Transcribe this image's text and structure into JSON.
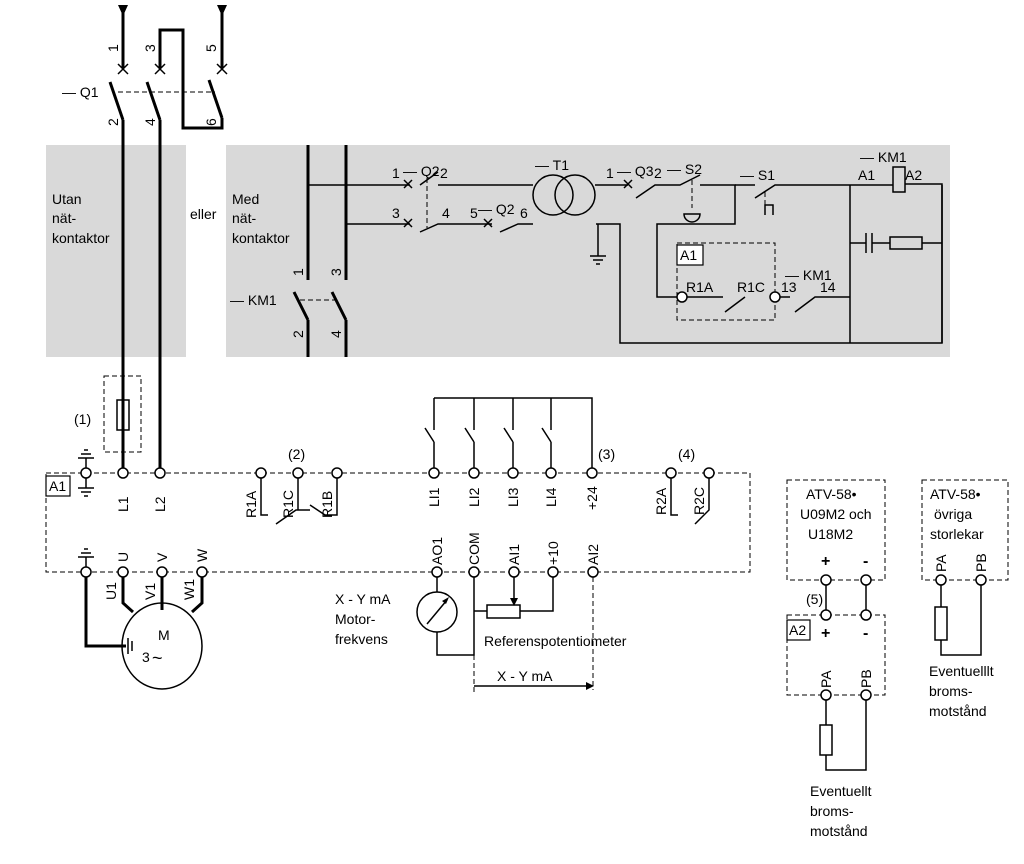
{
  "colors": {
    "panel": "#d9d9d9",
    "line": "#000000"
  },
  "top": {
    "q1": "— Q1",
    "t1": "1",
    "t3": "3",
    "t5": "5",
    "t2": "2",
    "t4": "4",
    "t6": "6",
    "eller": "eller"
  },
  "left_panel": {
    "lines": [
      "Utan",
      "nät-",
      "kontaktor"
    ]
  },
  "right_panel": {
    "lines": [
      "Med",
      "nät-",
      "kontaktor"
    ],
    "km1": "— KM1",
    "k1": "1",
    "k3": "3",
    "k2": "2",
    "k4": "4",
    "q2a": "— Q2",
    "q2a_1": "1",
    "q2a_2": "2",
    "q2a_3": "3",
    "q2a_4": "4",
    "q2b": "— Q2",
    "q2b_5": "5",
    "q2b_6": "6",
    "t1": "— T1",
    "q3": "— Q3",
    "q3_1": "1",
    "q3_2": "2",
    "s2": "— S2",
    "s1": "— S1",
    "km1_coil": "— KM1",
    "a1": "A1",
    "a2": "A2",
    "box_a1": "A1",
    "r1a": "R1A",
    "r1c": "R1C",
    "km1_aux": "— KM1",
    "n13": "13",
    "n14": "14"
  },
  "drive": {
    "a1": "A1",
    "note1": "(1)",
    "note2": "(2)",
    "note3": "(3)",
    "note4": "(4)",
    "top_terminals": [
      "L1",
      "L2",
      "R1A",
      "R1C",
      "R1B",
      "LI1",
      "LI2",
      "LI3",
      "LI4",
      "+24",
      "R2A",
      "R2C"
    ],
    "bottom_terminals": [
      "U",
      "V",
      "W",
      "AO1",
      "COM",
      "AI1",
      "+10",
      "AI2"
    ],
    "motor_wires": [
      "U1",
      "V1",
      "W1"
    ],
    "motor_m": "M",
    "motor_3": "3",
    "motor_ac": "~",
    "meter_label": [
      "X - Y mA",
      "Motor-",
      "frekvens"
    ],
    "pot_label": "Referenspotentiometer",
    "ai2_label": "X - Y mA"
  },
  "brake1": {
    "title": [
      "ATV-58•",
      "U09M2 och",
      "U18M2"
    ],
    "plus": "+",
    "minus": "-",
    "note5": "(5)",
    "a2": "A2",
    "plus2": "+",
    "minus2": "-",
    "pa": "PA",
    "pb": "PB",
    "caption": [
      "Eventuellt",
      "broms-",
      "motstånd"
    ]
  },
  "brake2": {
    "title": [
      "ATV-58•",
      "övriga",
      "storlekar"
    ],
    "pa": "PA",
    "pb": "PB",
    "caption": [
      "Eventuelllt",
      "broms-",
      "motstånd"
    ]
  }
}
